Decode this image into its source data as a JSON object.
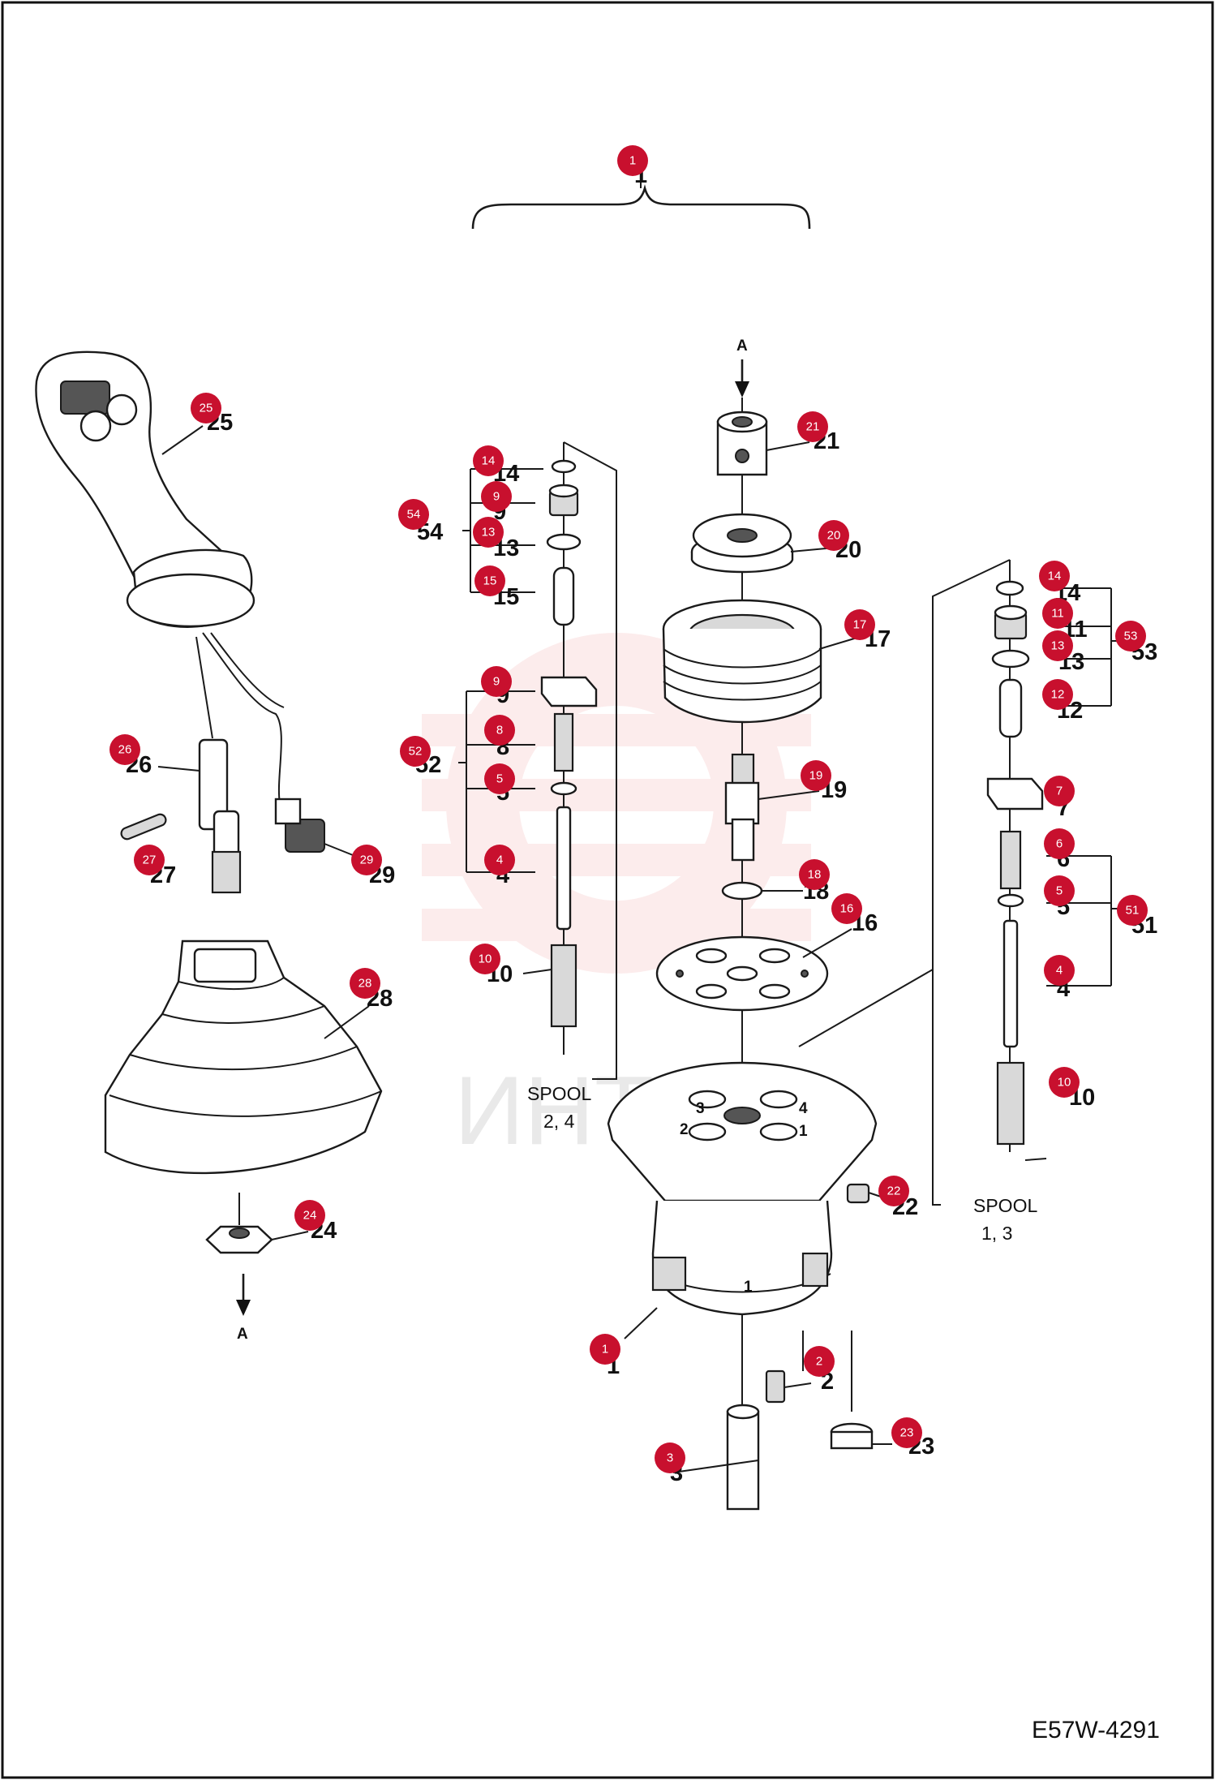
{
  "drawing_code": "E57W-4291",
  "watermark": "ИНТЕХ",
  "arrow_label_top": "A",
  "arrow_label_bottom": "A",
  "spool_left": {
    "line1": "SPOOL",
    "line2": "2, 4"
  },
  "spool_right": {
    "line1": "SPOOL",
    "line2": "1, 3"
  },
  "port_numbers": [
    "3",
    "4",
    "2",
    "1"
  ],
  "body_mark": "1",
  "labels": {
    "p1_top": "1",
    "p1_body": "1",
    "p2": "2",
    "p3": "3",
    "p14a": "14",
    "p9a": "9",
    "p54": "54",
    "p13a": "13",
    "p15": "15",
    "p9b": "9",
    "p8": "8",
    "p52": "52",
    "p5a": "5",
    "p4a": "4",
    "p10a": "10",
    "p21": "21",
    "p20": "20",
    "p17": "17",
    "p19": "19",
    "p18": "18",
    "p16": "16",
    "p14b": "14",
    "p11": "11",
    "p13b": "13",
    "p53": "53",
    "p12": "12",
    "p7": "7",
    "p6": "6",
    "p5b": "5",
    "p51": "51",
    "p4b": "4",
    "p10b": "10",
    "p22": "22",
    "p23": "23",
    "p25": "25",
    "p26": "26",
    "p27": "27",
    "p29": "29",
    "p28": "28",
    "p24": "24"
  }
}
